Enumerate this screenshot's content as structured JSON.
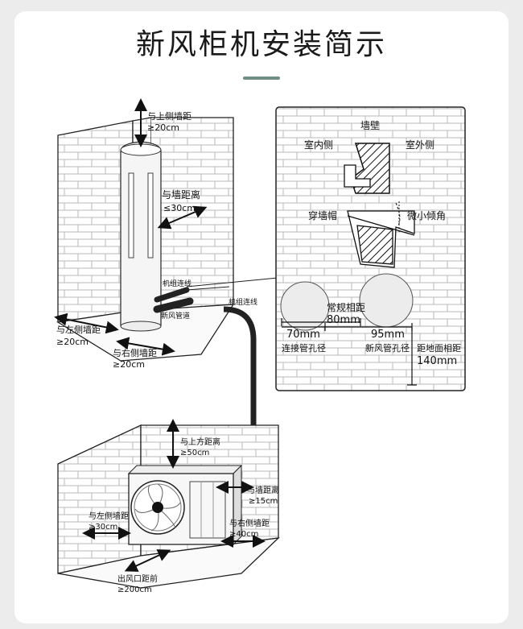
{
  "title": "新风柜机安装简示",
  "indoor": {
    "top_clearance_label": "与上侧墙距",
    "top_clearance_value": "≥20cm",
    "wall_clearance_label": "与墙距离",
    "wall_clearance_value": "≤30cm",
    "unit_cable_label": "机组连线",
    "fresh_air_pipe_label": "新风管道",
    "left_clearance_label": "与左侧墙距",
    "left_clearance_value": "≥20cm",
    "right_clearance_label": "与右侧墙距",
    "right_clearance_value": "≥20cm",
    "route_cable_label": "机组连线"
  },
  "detail": {
    "wall_label": "墙壁",
    "indoor_side_label": "室内侧",
    "outdoor_side_label": "室外侧",
    "wall_cap_label": "穿墙帽",
    "slight_tilt_label": "微小倾角",
    "spacing_label": "常规相距",
    "spacing_value": "80mm",
    "hole1_size": "70mm",
    "hole1_label": "连接管孔径",
    "hole2_size": "95mm",
    "hole2_label": "新风管孔径",
    "floor_label": "距地面相距",
    "floor_value": "140mm"
  },
  "outdoor": {
    "top_label": "与上方距离",
    "top_value": "≥50cm",
    "wall_label": "与墙距离",
    "wall_value": "≥15cm",
    "left_label": "与左侧墙距",
    "left_value": "≥30cm",
    "right_label": "与右侧墙距",
    "right_value": "≥40cm",
    "front_label": "出风口距前",
    "front_value": "≥200cm"
  }
}
